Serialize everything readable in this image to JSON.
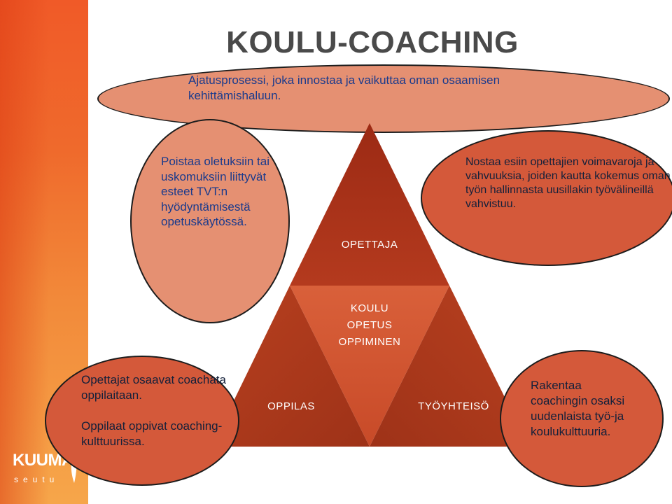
{
  "title": "KOULU-COACHING",
  "top_ellipse": {
    "text": "Ajatusprosessi, joka innostaa ja vaikuttaa oman osaamisen kehittämishaluun."
  },
  "left_ellipse": {
    "text": "Poistaa oletuksiin tai uskomuksiin liittyvät esteet TVT:n hyödyntämisestä opetuskäytössä."
  },
  "right_ellipse": {
    "text": "Nostaa esiin opettajien voimavaroja ja vahvuuksia, joiden kautta kokemus oman työn hallinnasta uusillakin työvälineillä vahvistuu."
  },
  "bottom_left_ellipse": {
    "text1": "Opettajat osaavat coachata oppilaitaan.",
    "text2": "Oppilaat oppivat coaching-kulttuurissa."
  },
  "bottom_right_ellipse": {
    "text": "Rakentaa coachingin osaksi uudenlaista työ-ja koulukulttuuria."
  },
  "pyramid": {
    "apex": "OPETTAJA",
    "center": [
      "KOULU",
      "OPETUS",
      "OPPIMINEN"
    ],
    "left": "OPPILAS",
    "right": "TYÖYHTEISÖ"
  },
  "logo": {
    "word": "KUUMA",
    "sub": "seutu"
  },
  "colors": {
    "accent": "#f05a28",
    "ellipse_light": "#e59072",
    "ellipse_dark": "#d4593a",
    "pyramid": "#c84a28"
  }
}
